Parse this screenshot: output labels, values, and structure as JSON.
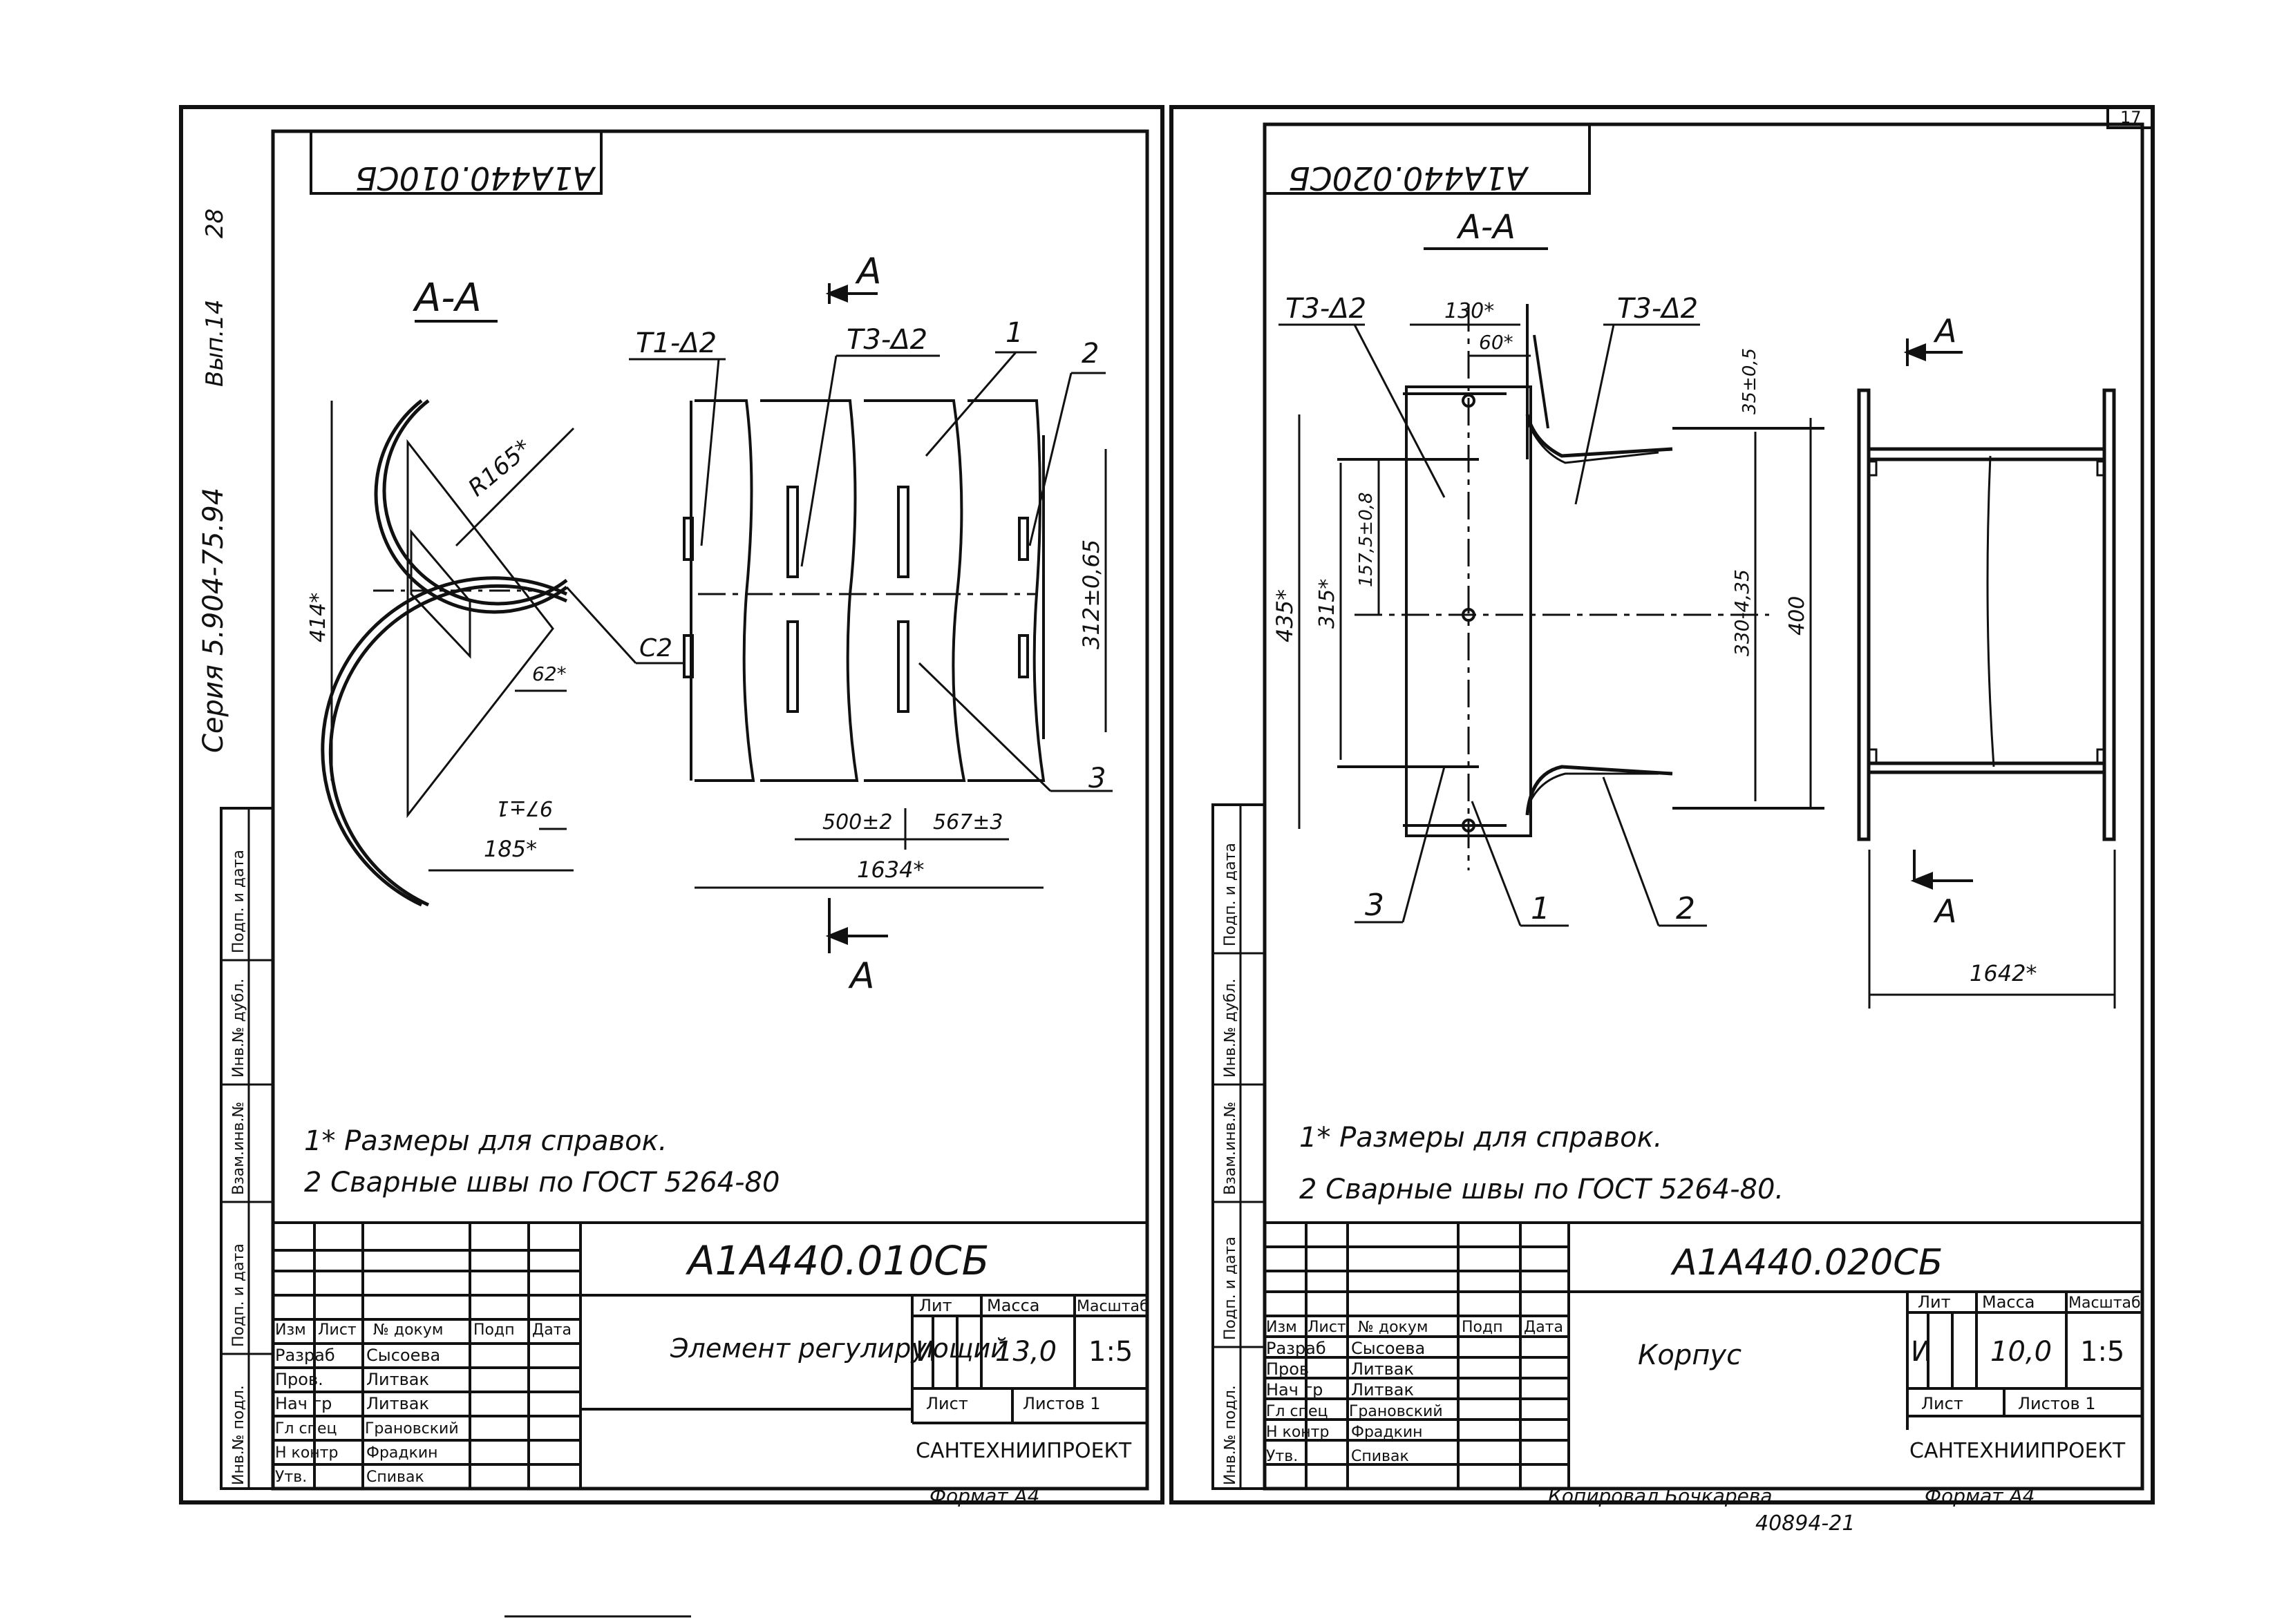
{
  "page_number": "17",
  "header_notes": {
    "series": "Серия 5.904-75.94",
    "issue": "Вып.14",
    "stamp_num": "28"
  },
  "bottom_notes": {
    "copied_by": "Копировал Бочкарева",
    "format": "Формат А4",
    "doc_num": "40894-21"
  },
  "sheets": [
    {
      "mirrored_code": "А1А440.010СБ",
      "section_label": "А-А",
      "section_mark": "А",
      "dims": {
        "r": "R165*",
        "h414": "414*",
        "d62": "62*",
        "d97": "97±1",
        "d185": "185*",
        "d312": "312±0,65",
        "d500": "500±2",
        "d567": "567±3",
        "d1634": "1634*"
      },
      "weld_labels": [
        "Т1-Δ2",
        "Т3-Δ2",
        "С2"
      ],
      "callouts": [
        "1",
        "2",
        "3"
      ],
      "notes": [
        "1* Размеры для справок.",
        "2 Сварные швы по ГОСТ 5264-80"
      ],
      "title_block": {
        "designation": "А1А440.010СБ",
        "name": "Элемент регулирующий",
        "headers": {
          "izm": "Изм",
          "list": "Лист",
          "doc": "№ докум",
          "sign": "Подп",
          "date": "Дата"
        },
        "rows": [
          {
            "role": "Разраб",
            "person": "Сысоева"
          },
          {
            "role": "Пров.",
            "person": "Литвак"
          },
          {
            "role": "Нач гр",
            "person": "Литвак"
          },
          {
            "role": "Гл спец",
            "person": "Грановский"
          },
          {
            "role": "Н контр",
            "person": "Фрадкин"
          },
          {
            "role": "Утв.",
            "person": "Спивак"
          }
        ],
        "lit_label": "Лит",
        "mass_label": "Масса",
        "scale_label": "Масштаб",
        "lit": "И",
        "mass": "13,0",
        "scale": "1:5",
        "sheet_label": "Лист",
        "sheets_label": "Листов 1",
        "org": "САНТЕХНИИПРОЕКТ",
        "format": "Формат А4"
      }
    },
    {
      "mirrored_code": "А1А440.020СБ",
      "section_label": "А-А",
      "section_mark": "А",
      "dims": {
        "d130": "130*",
        "d60": "60*",
        "d35": "35±0,5",
        "d435": "435*",
        "d315": "315*",
        "d157": "157,5±0,8",
        "d330": "330-4,35",
        "d400": "400",
        "d1642": "1642*"
      },
      "weld_labels": [
        "Т3-Δ2",
        "Т3-Δ2"
      ],
      "callouts": [
        "3",
        "1",
        "2"
      ],
      "notes": [
        "1* Размеры для справок.",
        "2 Сварные швы по ГОСТ 5264-80."
      ],
      "title_block": {
        "designation": "А1А440.020СБ",
        "name": "Корпус",
        "headers": {
          "izm": "Изм",
          "list": "Лист",
          "doc": "№ докум",
          "sign": "Подп",
          "date": "Дата"
        },
        "rows": [
          {
            "role": "Разраб",
            "person": "Сысоева"
          },
          {
            "role": "Пров",
            "person": "Литвак"
          },
          {
            "role": "Нач гр",
            "person": "Литвак"
          },
          {
            "role": "Гл спец",
            "person": "Грановский"
          },
          {
            "role": "Н контр",
            "person": "Фрадкин"
          },
          {
            "role": "Утв.",
            "person": "Спивак"
          }
        ],
        "lit_label": "Лит",
        "mass_label": "Масса",
        "scale_label": "Масштаб",
        "lit": "И",
        "mass": "10,0",
        "scale": "1:5",
        "sheet_label": "Лист",
        "sheets_label": "Листов 1",
        "org": "САНТЕХНИИПРОЕКТ"
      }
    }
  ],
  "margin_labels": [
    "Подп. и дата",
    "Инв.№ дубл.",
    "Взам.инв.№",
    "Подп. и дата",
    "Инв.№ подл."
  ]
}
